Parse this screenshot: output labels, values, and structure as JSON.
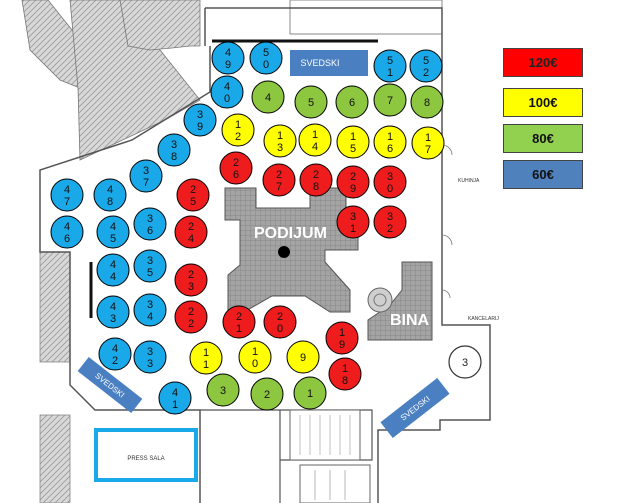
{
  "colors": {
    "red": "#ee1c1c",
    "yellow": "#ffff00",
    "green": "#8dc63f",
    "blue": "#1aa9e8",
    "legend_blue": "#4f81bd",
    "legend_red": "#ff0000",
    "legend_green": "#92d050",
    "stage_gray": "#9e9e9e",
    "sved_blue": "#4a7fc1"
  },
  "labels": {
    "podijum": "PODIJUM",
    "bina": "BINA",
    "svedski_top": "SVEDSKI",
    "svedski_left": "SVEDSKI",
    "svedski_right": "SVEDSKI",
    "press_sala": "PRESS SALA",
    "kuhinja": "KUHINJA",
    "kancelarij": "KANCELARIJ",
    "table_3_round": "3"
  },
  "legend": [
    {
      "price": "120€",
      "color": "red"
    },
    {
      "price": "100€",
      "color": "yellow"
    },
    {
      "price": "80€",
      "color": "green"
    },
    {
      "price": "60€",
      "color": "blue"
    }
  ],
  "tables": [
    {
      "num": "49",
      "color": "blue"
    },
    {
      "num": "50",
      "color": "blue"
    },
    {
      "num": "51",
      "color": "blue"
    },
    {
      "num": "52",
      "color": "blue"
    },
    {
      "num": "40",
      "color": "blue"
    },
    {
      "num": "4",
      "color": "green"
    },
    {
      "num": "5",
      "color": "green"
    },
    {
      "num": "6",
      "color": "green"
    },
    {
      "num": "7",
      "color": "green"
    },
    {
      "num": "8",
      "color": "green"
    },
    {
      "num": "39",
      "color": "blue"
    },
    {
      "num": "12",
      "color": "yellow"
    },
    {
      "num": "13",
      "color": "yellow"
    },
    {
      "num": "14",
      "color": "yellow"
    },
    {
      "num": "15",
      "color": "yellow"
    },
    {
      "num": "16",
      "color": "yellow"
    },
    {
      "num": "17",
      "color": "yellow"
    },
    {
      "num": "38",
      "color": "blue"
    },
    {
      "num": "26",
      "color": "red"
    },
    {
      "num": "27",
      "color": "red"
    },
    {
      "num": "28",
      "color": "red"
    },
    {
      "num": "29",
      "color": "red"
    },
    {
      "num": "30",
      "color": "red"
    },
    {
      "num": "37",
      "color": "blue"
    },
    {
      "num": "47",
      "color": "blue"
    },
    {
      "num": "48",
      "color": "blue"
    },
    {
      "num": "25",
      "color": "red"
    },
    {
      "num": "31",
      "color": "red"
    },
    {
      "num": "32",
      "color": "red"
    },
    {
      "num": "36",
      "color": "blue"
    },
    {
      "num": "46",
      "color": "blue"
    },
    {
      "num": "45",
      "color": "blue"
    },
    {
      "num": "24",
      "color": "red"
    },
    {
      "num": "35",
      "color": "blue"
    },
    {
      "num": "44",
      "color": "blue"
    },
    {
      "num": "23",
      "color": "red"
    },
    {
      "num": "34",
      "color": "blue"
    },
    {
      "num": "43",
      "color": "blue"
    },
    {
      "num": "22",
      "color": "red"
    },
    {
      "num": "21",
      "color": "red"
    },
    {
      "num": "20",
      "color": "red"
    },
    {
      "num": "19",
      "color": "red"
    },
    {
      "num": "42",
      "color": "blue"
    },
    {
      "num": "33",
      "color": "blue"
    },
    {
      "num": "11",
      "color": "yellow"
    },
    {
      "num": "10",
      "color": "yellow"
    },
    {
      "num": "9",
      "color": "yellow"
    },
    {
      "num": "18",
      "color": "red"
    },
    {
      "num": "41",
      "color": "blue"
    },
    {
      "num": "3",
      "color": "green"
    },
    {
      "num": "2",
      "color": "green"
    },
    {
      "num": "1",
      "color": "green"
    }
  ]
}
